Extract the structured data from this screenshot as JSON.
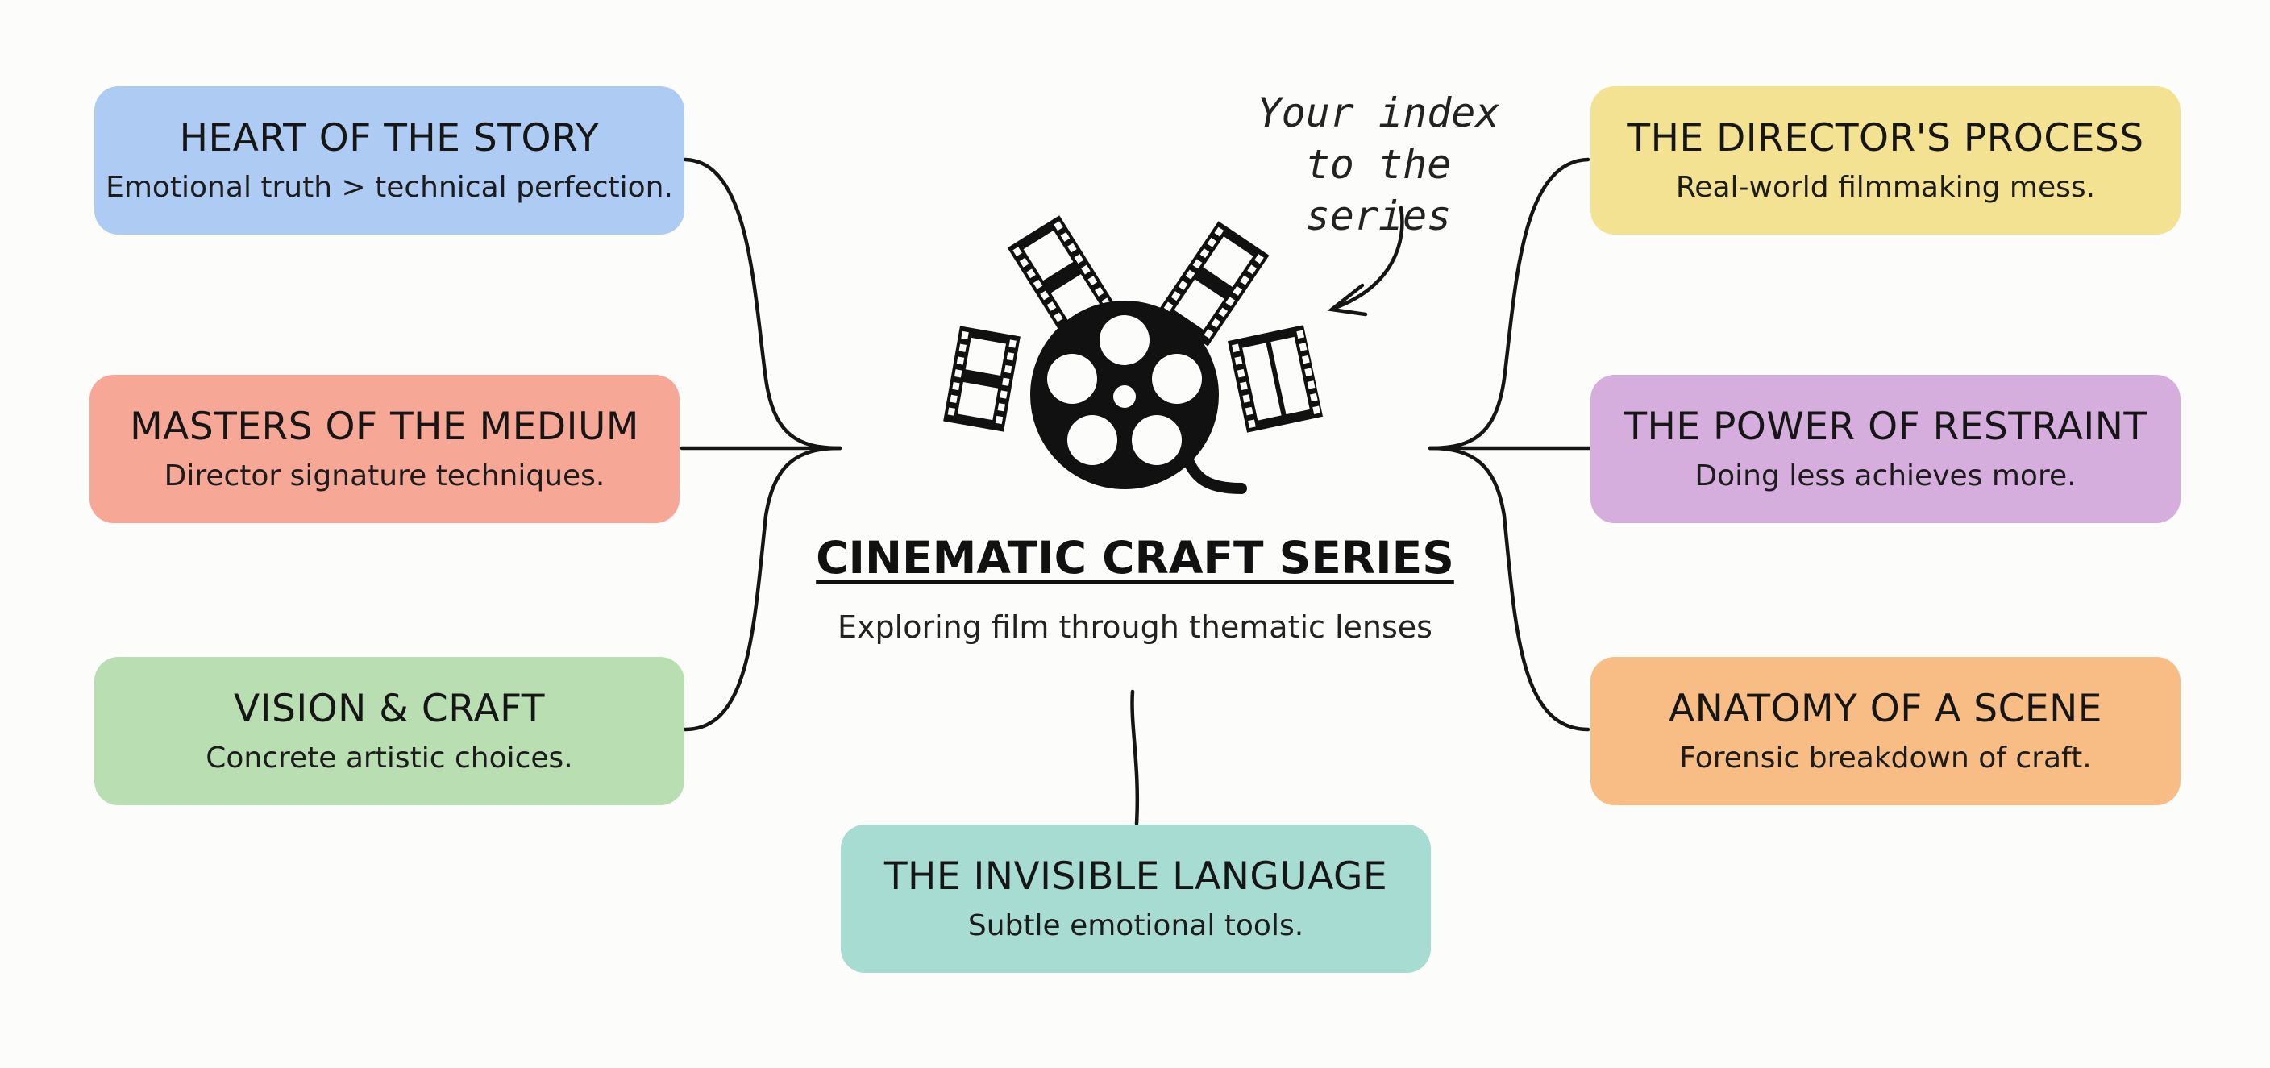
{
  "annotation": {
    "line1": "Your index",
    "line2": "to the series"
  },
  "center": {
    "title": "CINEMATIC CRAFT SERIES",
    "subtitle": "Exploring film through thematic lenses",
    "icon": "film-reel-icon"
  },
  "cards": [
    {
      "title": "HEART OF THE STORY",
      "subtitle": "Emotional truth > technical perfection.",
      "color": "#aecbf3"
    },
    {
      "title": "MASTERS OF THE MEDIUM",
      "subtitle": "Director signature techniques.",
      "color": "#f6a795"
    },
    {
      "title": "VISION & CRAFT",
      "subtitle": "Concrete artistic choices.",
      "color": "#b9deb2"
    },
    {
      "title": "THE DIRECTOR'S PROCESS",
      "subtitle": "Real-world filmmaking mess.",
      "color": "#f4e293"
    },
    {
      "title": "THE POWER OF RESTRAINT",
      "subtitle": "Doing less achieves more.",
      "color": "#d6aede"
    },
    {
      "title": "ANATOMY OF A SCENE",
      "subtitle": "Forensic breakdown of craft.",
      "color": "#f7bd85"
    },
    {
      "title": "THE INVISIBLE LANGUAGE",
      "subtitle": "Subtle emotional tools.",
      "color": "#a7dcd2"
    }
  ]
}
